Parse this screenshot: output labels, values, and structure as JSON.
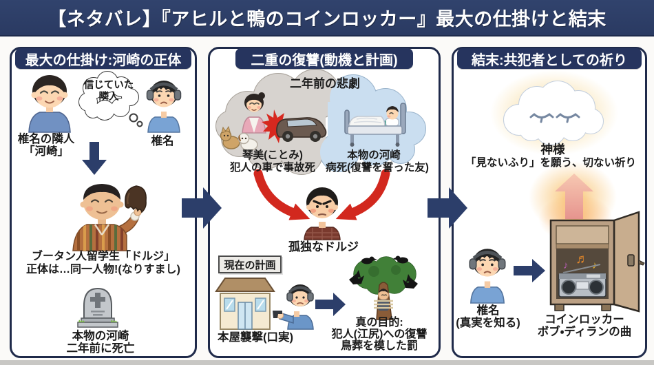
{
  "banner": {
    "title": "【ネタバレ】『アヒルと鴨のコインロッカー』最大の仕掛けと結末"
  },
  "left": {
    "header": "最大の仕掛け:河崎の正体",
    "bubble_line1": "信じていた",
    "bubble_line2": "隣人",
    "neighbor_line1": "椎名の隣人",
    "neighbor_line2": "「河崎」",
    "shiina_label": "椎名",
    "dorji_line1": "ブータン人留学生「ドルジ」",
    "dorji_line2": "正体は…同一人物!(なりすまし)",
    "grave_line1": "本物の河崎",
    "grave_line2": "二年前に死亡"
  },
  "middle": {
    "header": "二重の復讐(動機と計画)",
    "cloud_title": "二年前の悲劇",
    "kotomi_line1": "琴美(ことみ)",
    "kotomi_line2": "犯人の車で事故死",
    "kawasaki_line1": "本物の河崎",
    "kawasaki_line2": "病死(復讐を誓った友)",
    "dorji_label": "孤独なドルジ",
    "plan_badge": "現在の計画",
    "bookstore_label": "本屋襲撃(口実)",
    "purpose_line1": "真の目的:",
    "purpose_line2": "犯人(江尻)への復讐",
    "purpose_line3": "鳥葬を模した罰"
  },
  "right": {
    "header": "結末:共犯者としての祈り",
    "god_label": "神様",
    "prayer_text": "「見ないふり」を願う、切ない祈り",
    "shiina_line1": "椎名",
    "shiina_line2": "(真実を知る)",
    "locker_line1": "コインロッカー",
    "locker_line2": "ボブ・ディランの曲",
    "note1": "♪",
    "note2": "♬",
    "note3": "♪"
  },
  "colors": {
    "navy": "#2c3e6a",
    "navy_dark": "#1f2a4a",
    "red": "#d2281e",
    "cloud_gray": "#d7d3cf",
    "cloud_blue": "#cadef0",
    "glow_gold": "#f6d488",
    "arrow_pink": "#eca49e"
  }
}
